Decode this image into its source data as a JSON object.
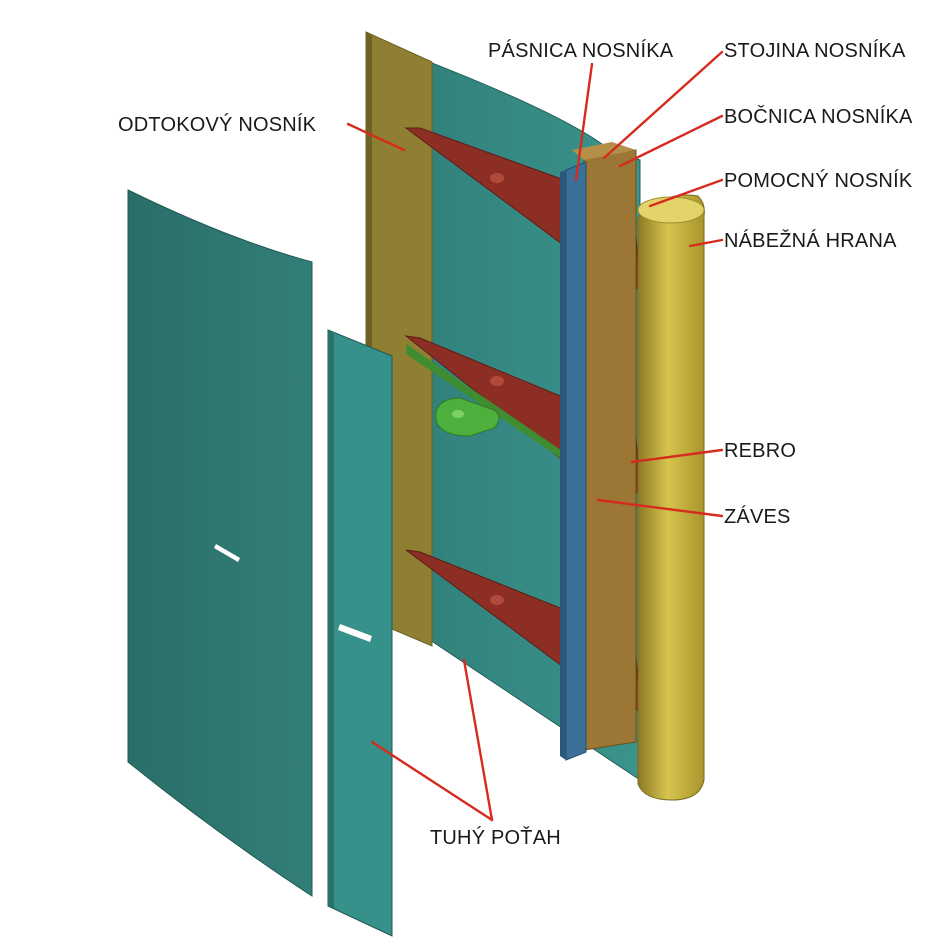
{
  "labels": {
    "pasnica": "PÁSNICA NOSNÍKA",
    "stojina": "STOJINA NOSNÍKA",
    "odtokovy": "ODTOKOVÝ NOSNÍK",
    "bocnica": "BOČNICA NOSNÍKA",
    "pomocny": "POMOCNÝ NOSNÍK",
    "nabezna": "NÁBEŽNÁ HRANA",
    "rebro": "REBRO",
    "zaves": "ZÁVES",
    "tuhy": "TUHÝ POŤAH"
  },
  "colors": {
    "leader_line": "#d62b1e",
    "skin": "#2e7f78",
    "spar_yellow": "#b5a235",
    "rib": "#8a2e23",
    "hinge": "#4aa53a",
    "flange_blue": "#3a6f98"
  }
}
